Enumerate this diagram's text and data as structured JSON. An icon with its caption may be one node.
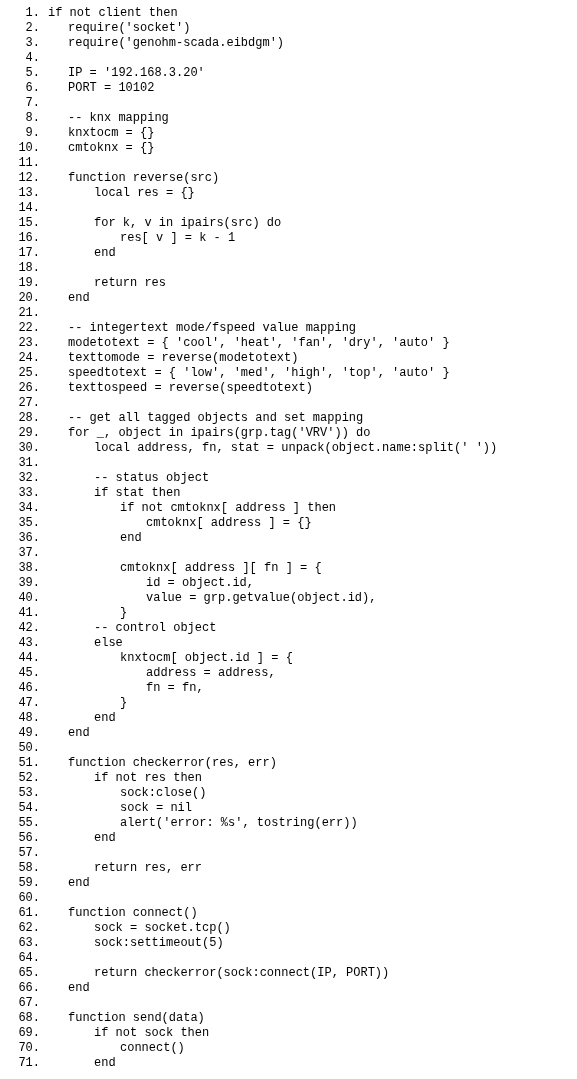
{
  "diagram": {
    "labels": [
      "1.",
      "if not client then",
      "2.",
      "require('socket')",
      "3.",
      "require('genohm-scada.eibdgm')",
      "4.",
      "5.",
      "IP = '192.168.3.20'",
      "6.",
      "PORT = 10102",
      "7.",
      "8.",
      "-- knx mapping",
      "9.",
      "knxtocm = {}",
      "10.",
      "cmtoknx = {}",
      "11.",
      "12.",
      "function reverse(src)",
      "13.",
      "local res = {}",
      "14.",
      "15.",
      "for k, v in ipairs(src) do",
      "16.",
      "res[ v ] = k - 1",
      "17.",
      "end",
      "18.",
      "19.",
      "return res",
      "20.",
      "end",
      "21.",
      "22.",
      "-- integertext mode/fspeed value mapping",
      "23.",
      "modetotext = { 'cool', 'heat', 'fan', 'dry', 'auto' }",
      "24.",
      "texttomode = reverse(modetotext)",
      "25.",
      "speedtotext = { 'low', 'med', 'high', 'top', 'auto' }",
      "26.",
      "texttospeed = reverse(speedtotext)",
      "27.",
      "28.",
      "-- get all tagged objects and set mapping",
      "29.",
      "for _, object in ipairs(grp.tag('VRV')) do",
      "30.",
      "local address, fn, stat = unpack(object.name:split(' '))",
      "31.",
      "32.",
      "-- status object",
      "33.",
      "if stat then",
      "34.",
      "if not cmtoknx[ address ] then",
      "35.",
      "cmtoknx[ address ] = {}",
      "36.",
      "end",
      "37.",
      "38.",
      "cmtoknx[ address ][ fn ] = {",
      "39.",
      "id = object.id,",
      "40.",
      "value = grp.getvalue(object.id),",
      "41.",
      "}",
      "42.",
      "-- control object",
      "43.",
      "else",
      "44.",
      "knxtocm[ object.id ] = {",
      "45.",
      "address = address,",
      "46.",
      "fn = fn,",
      "47.",
      "}",
      "48.",
      "end",
      "49.",
      "end",
      "50.",
      "51.",
      "function checkerror(res, err)",
      "52.",
      "if not res then",
      "53.",
      "sock:close()",
      "54.",
      "sock = nil",
      "55.",
      "alert('error: %s', tostring(err))",
      "56.",
      "end",
      "57.",
      "58.",
      "return res, err",
      "59.",
      "end",
      "60.",
      "61.",
      "function connect()",
      "62.",
      "sock = socket.tcp()",
      "63.",
      "sock:settimeout(5)",
      "64.",
      "65.",
      "return checkerror(sock:connect(IP, PORT))",
      "66.",
      "end",
      "67.",
      "68.",
      "function send(data)",
      "69.",
      "if not sock then",
      "70.",
      "connect()",
      "71.",
      "end"
    ]
  }
}
